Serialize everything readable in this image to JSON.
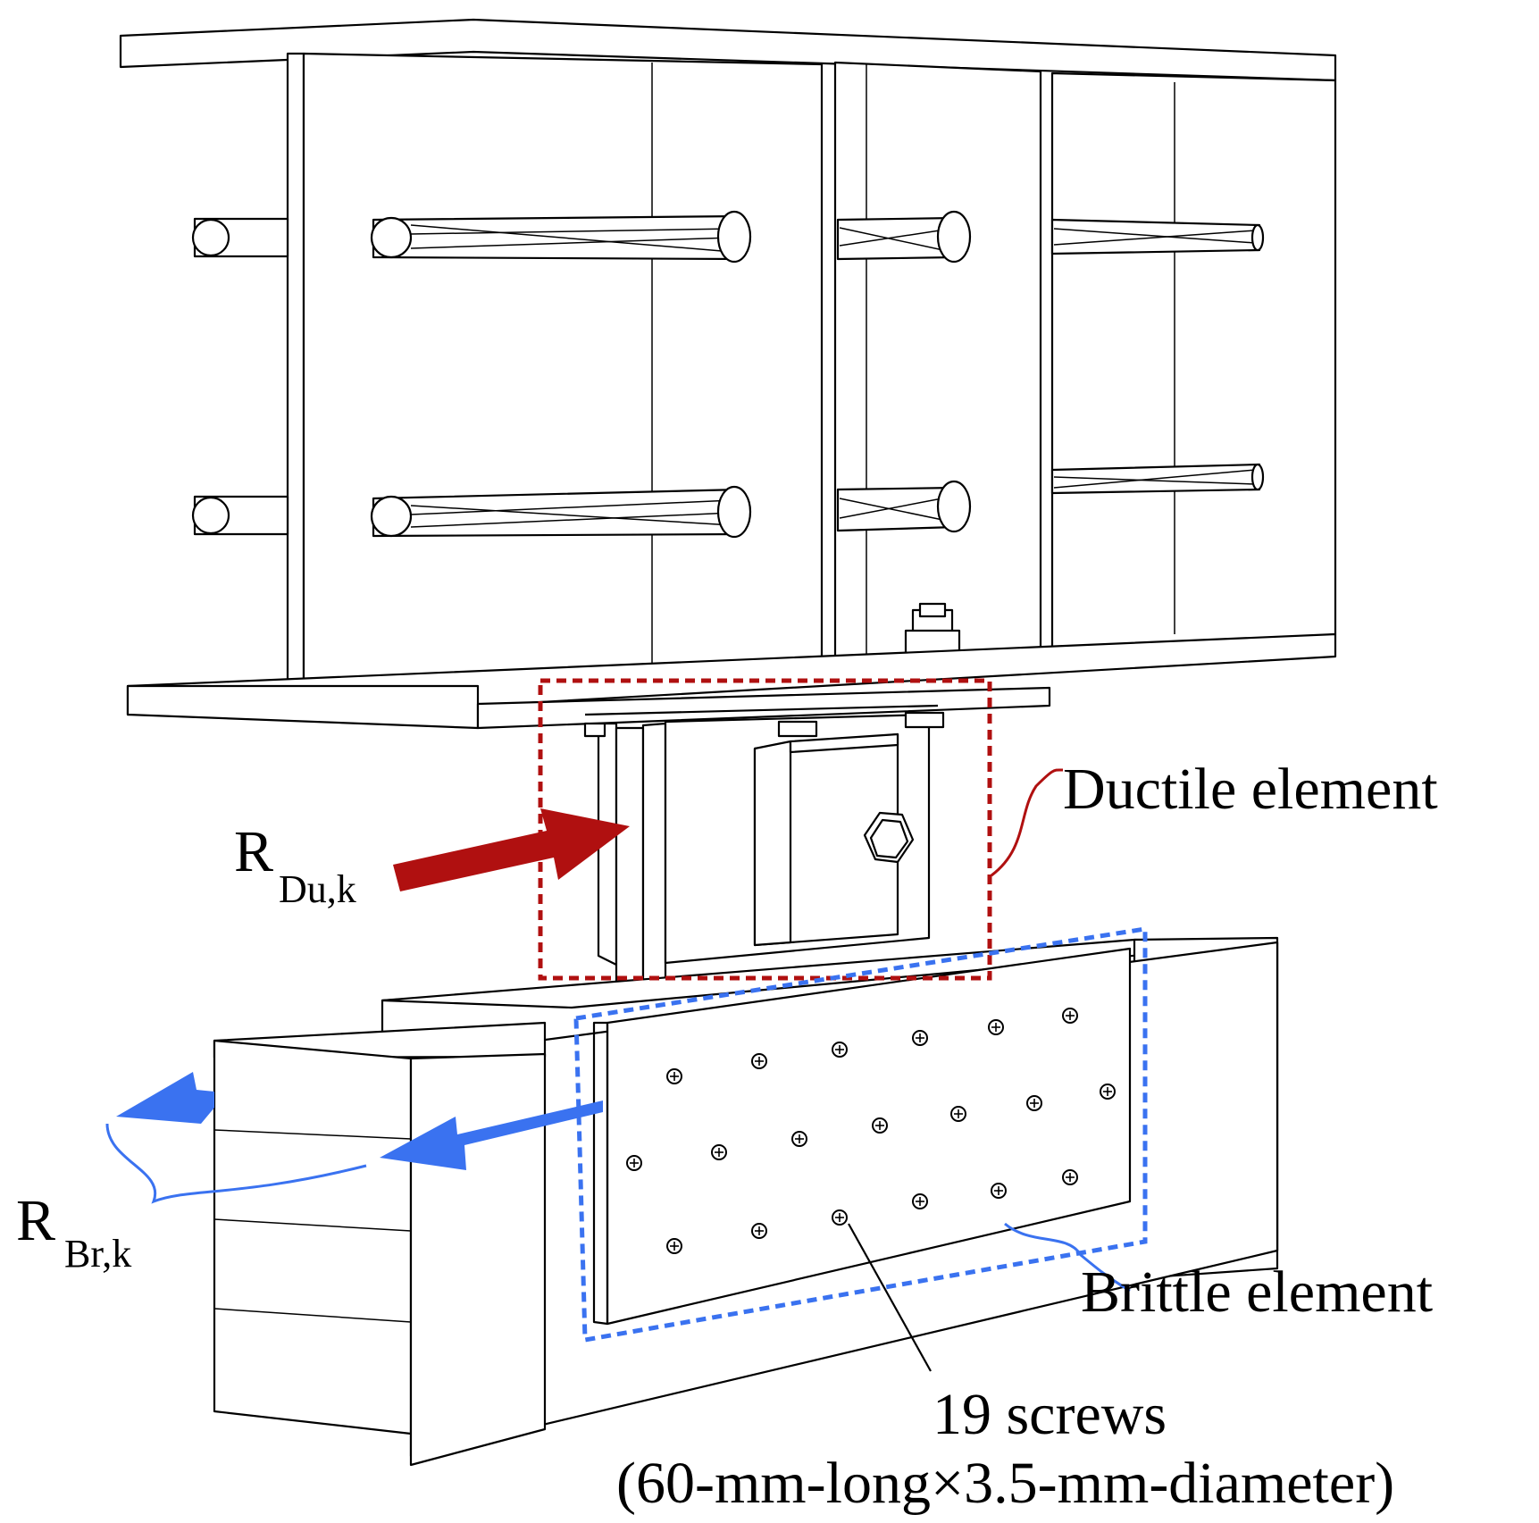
{
  "labels": {
    "ductile": "Ductile element",
    "brittle": "Brittle element",
    "screws_line1": "19 screws",
    "screws_line2": "(60-mm-long×3.5-mm-diameter)",
    "r_du_main": "R",
    "r_du_sub": "Du,k",
    "r_br_main": "R",
    "r_br_sub": "Br,k"
  },
  "colors": {
    "ductile": "#b01010",
    "brittle": "#3a72f0",
    "line": "#000000"
  }
}
